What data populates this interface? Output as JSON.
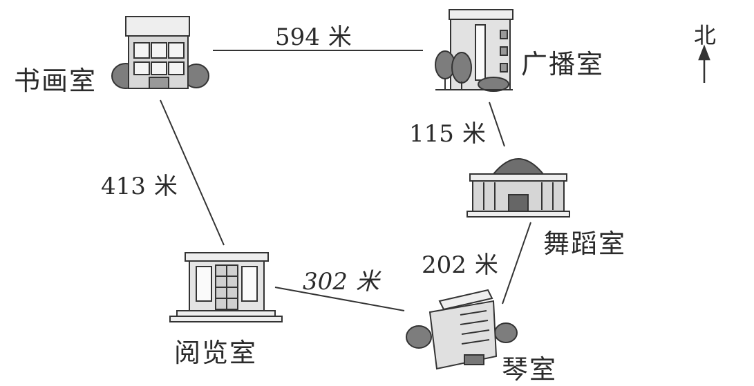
{
  "buildings": {
    "shuhua": "书画室",
    "guangbo": "广播室",
    "wudao": "舞蹈室",
    "yuelan": "阅览室",
    "qin": "琴室"
  },
  "distances": {
    "shuhua_guangbo": {
      "value": "594",
      "unit": "米"
    },
    "guangbo_wudao": {
      "value": "115",
      "unit": "米"
    },
    "shuhua_yuelan": {
      "value": "413",
      "unit": "米"
    },
    "yuelan_qin": {
      "value": "302",
      "unit": "米"
    },
    "wudao_qin": {
      "value": "202",
      "unit": "米"
    }
  },
  "compass": {
    "north_label": "北"
  }
}
